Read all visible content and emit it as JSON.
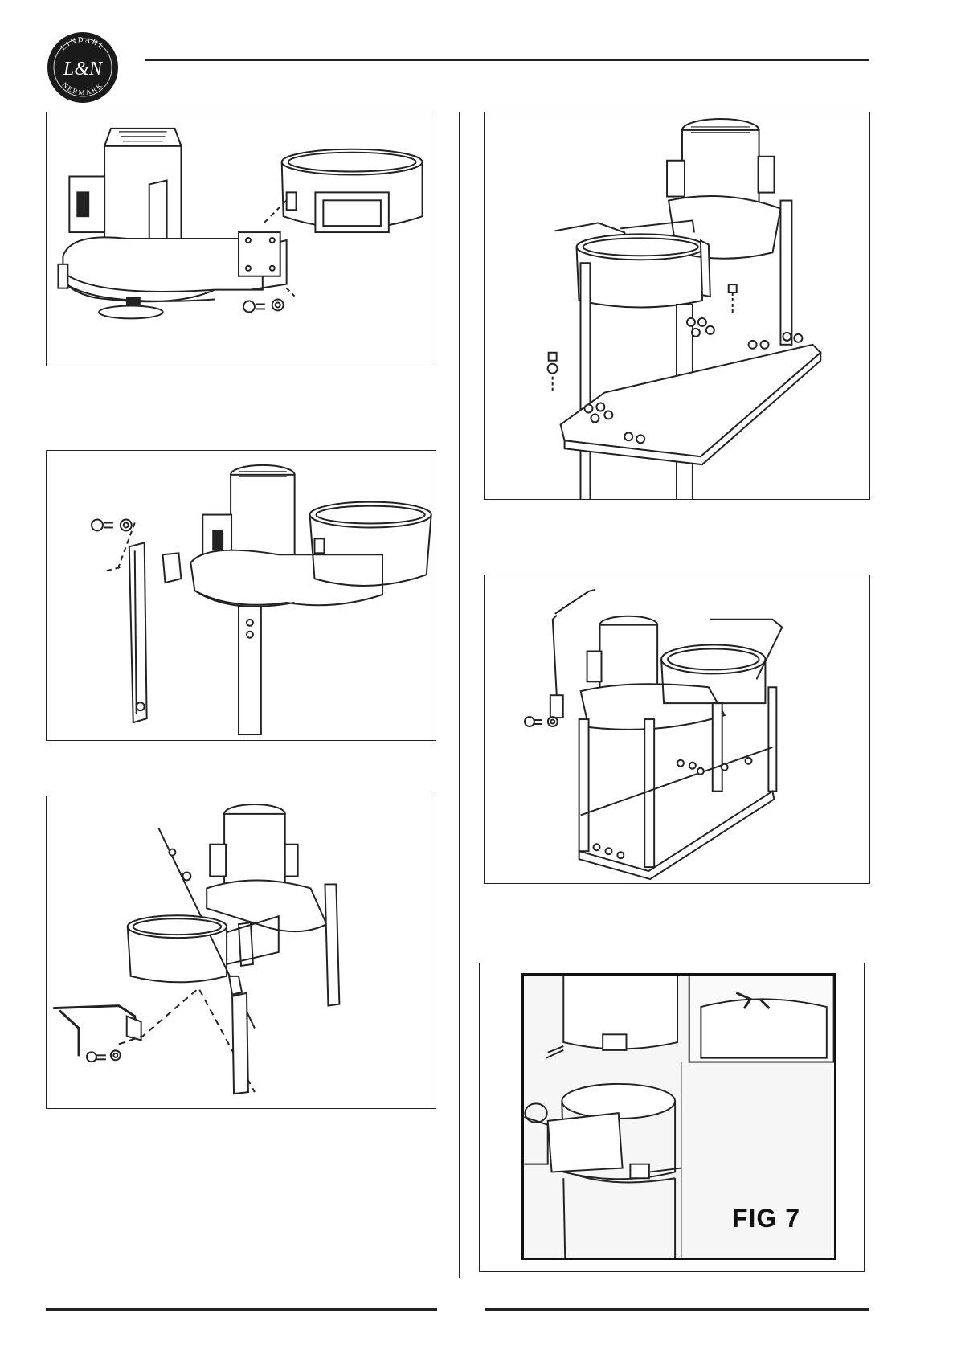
{
  "logo": {
    "top_text": "LINDAHL",
    "monogram": "L&N",
    "bottom_text": "NERMARK"
  },
  "figures": [
    {
      "id": "fig-1",
      "column": "left"
    },
    {
      "id": "fig-2",
      "column": "left"
    },
    {
      "id": "fig-3",
      "column": "left"
    },
    {
      "id": "fig-4",
      "column": "right"
    },
    {
      "id": "fig-5",
      "column": "right"
    },
    {
      "id": "fig-6",
      "column": "right"
    },
    {
      "id": "fig-7",
      "column": "right",
      "caption": "FIG 7"
    }
  ],
  "colors": {
    "ink": "#222222",
    "paper": "#ffffff",
    "logo_fill": "#1a1a1a"
  }
}
